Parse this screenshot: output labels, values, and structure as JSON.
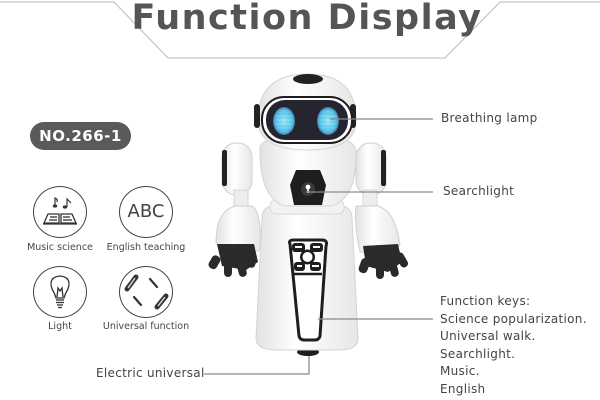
{
  "header": {
    "title": "Function Display"
  },
  "model_badge": {
    "label": "NO.266-1"
  },
  "features": [
    {
      "icon": "music-book-icon",
      "label": "Music science"
    },
    {
      "icon": "abc-icon",
      "label": "English teaching",
      "glyph": "ABC"
    },
    {
      "icon": "light-bulb-icon",
      "label": "Light"
    },
    {
      "icon": "wheels-icon",
      "label": "Universal function"
    }
  ],
  "callouts": {
    "breathing_lamp": "Breathing lamp",
    "searchlight": "Searchlight",
    "electric_universal": "Electric universal",
    "function_keys": {
      "title": "Function keys:",
      "items": [
        "Science popularization.",
        "Universal walk.",
        "Searchlight.",
        "Music.",
        "English"
      ]
    }
  },
  "colors": {
    "text": "#444444",
    "badge_bg": "#5a5a5a",
    "eye_glow": "#7fd6ee",
    "robot_white": "#f4f4f4",
    "robot_black": "#1e1e1e",
    "line": "#8a8a8a"
  }
}
